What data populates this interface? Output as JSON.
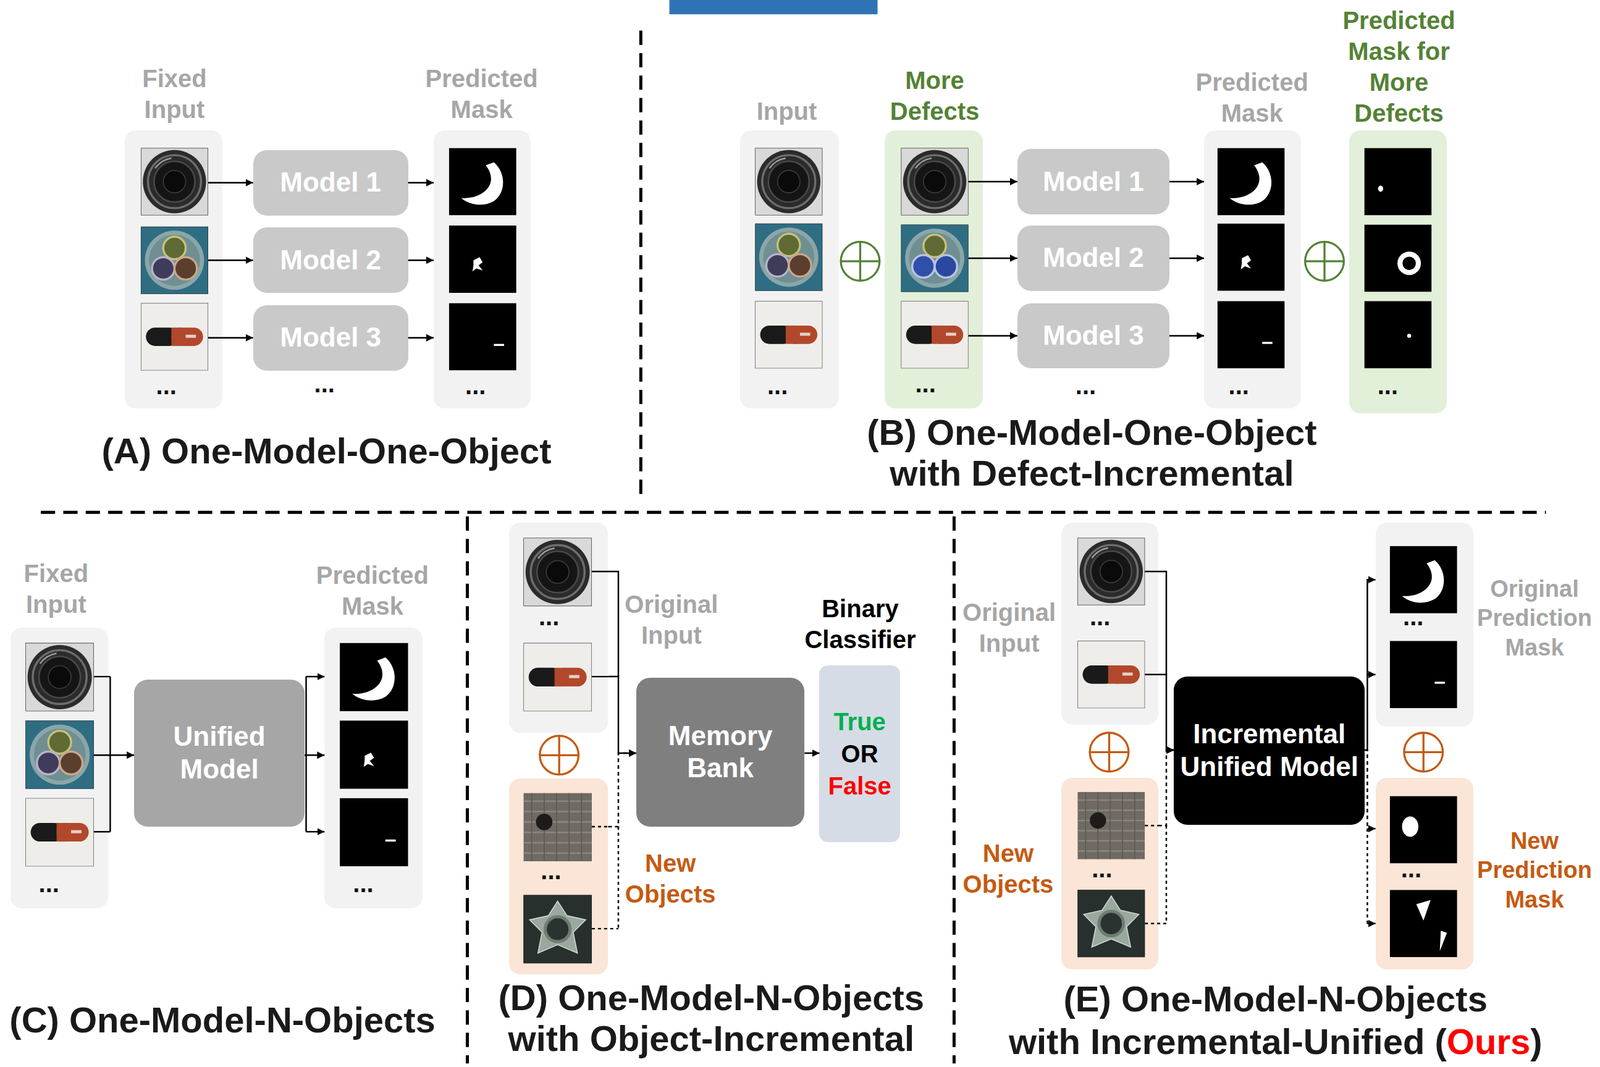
{
  "diagram": {
    "nodes": [
      {
        "text": [
          "Fixed Input",
          "..."
        ]
      },
      {
        "text": [
          "Model 1"
        ]
      },
      {
        "text": [
          "Model 2"
        ]
      },
      {
        "text": [
          "Model 3"
        ]
      },
      {
        "text": [
          "Predicted Mask",
          "..."
        ]
      },
      {
        "text": [
          "Input",
          "..."
        ]
      },
      {
        "text": [
          "More Defects",
          "..."
        ]
      },
      {
        "text": [
          "Model 1"
        ]
      },
      {
        "text": [
          "Model 2"
        ]
      },
      {
        "text": [
          "Model 3"
        ]
      },
      {
        "text": [
          "Predicted Mask",
          "..."
        ]
      },
      {
        "text": [
          "Predicted Mask for More Defects",
          "..."
        ]
      },
      {
        "text": [
          "Fixed Input",
          "..."
        ]
      },
      {
        "text": [
          "Unified Model"
        ]
      },
      {
        "text": [
          "Predicted Mask",
          "..."
        ]
      },
      {
        "text": [
          "Original Input",
          "..."
        ]
      },
      {
        "text": [
          "New Objects",
          "..."
        ]
      },
      {
        "text": [
          "Memory Bank"
        ]
      },
      {
        "text": [
          "Binary Classifier",
          "True",
          "OR",
          "False"
        ]
      },
      {
        "text": [
          "Original Input",
          "..."
        ]
      },
      {
        "text": [
          "New Objects",
          "..."
        ]
      },
      {
        "text": [
          "Incremental Unified Model"
        ]
      },
      {
        "text": [
          "Original Prediction Mask",
          "..."
        ]
      },
      {
        "text": [
          "New Prediction Mask",
          "..."
        ]
      }
    ],
    "edges": [
      {
        "from": 0,
        "to": 1,
        "arrow": "to"
      },
      {
        "from": 0,
        "to": 2,
        "arrow": "to"
      },
      {
        "from": 0,
        "to": 3,
        "arrow": "to"
      },
      {
        "from": 1,
        "to": 4,
        "arrow": "to"
      },
      {
        "from": 2,
        "to": 4,
        "arrow": "to"
      },
      {
        "from": 3,
        "to": 4,
        "arrow": "to"
      },
      {
        "from": 6,
        "to": 7,
        "arrow": "to"
      },
      {
        "from": 6,
        "to": 8,
        "arrow": "to"
      },
      {
        "from": 6,
        "to": 9,
        "arrow": "to"
      },
      {
        "from": 7,
        "to": 10,
        "arrow": "to"
      },
      {
        "from": 8,
        "to": 10,
        "arrow": "to"
      },
      {
        "from": 9,
        "to": 10,
        "arrow": "to"
      },
      {
        "from": 12,
        "to": 13,
        "arrow": "to"
      },
      {
        "from": 13,
        "to": 14,
        "arrow": "to"
      },
      {
        "from": 15,
        "to": 17,
        "arrow": "to"
      },
      {
        "from": 16,
        "to": 17,
        "arrow": "to"
      },
      {
        "from": 17,
        "to": 18,
        "arrow": "to"
      },
      {
        "from": 19,
        "to": 21,
        "arrow": "to"
      },
      {
        "from": 20,
        "to": 21,
        "arrow": "to"
      },
      {
        "from": 21,
        "to": 22,
        "arrow": "to"
      },
      {
        "from": 21,
        "to": 23,
        "arrow": "to"
      }
    ],
    "labels": [
      "...",
      "(A) One-Model-One-Object",
      "...",
      "(B) One-Model-One-Object with Defect-Incremental",
      "(C) One-Model-N-Objects",
      "(D) One-Model-N-Objects with Object-Incremental",
      "(E) One-Model-N-Objects",
      "with Incremental-Unified (",
      "Ours",
      ")"
    ]
  }
}
